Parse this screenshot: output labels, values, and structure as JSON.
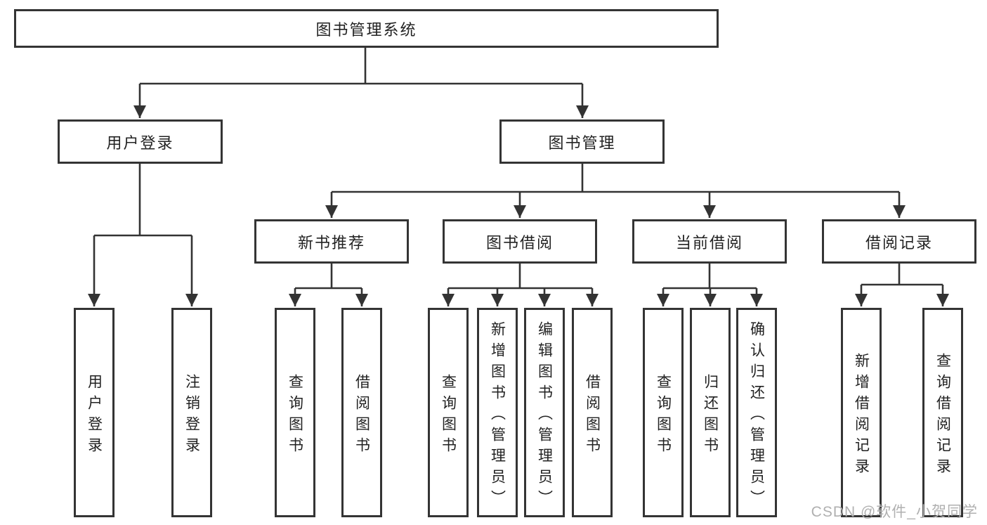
{
  "diagram": {
    "root": {
      "label": "图书管理系统"
    },
    "level2": {
      "user_login": {
        "label": "用户登录"
      },
      "book_management": {
        "label": "图书管理"
      }
    },
    "level3": {
      "new_book_recommend": {
        "label": "新书推荐"
      },
      "book_borrow": {
        "label": "图书借阅"
      },
      "current_borrow": {
        "label": "当前借阅"
      },
      "borrow_record": {
        "label": "借阅记录"
      }
    },
    "leaves": {
      "user_login": [
        {
          "label": "用户登录"
        },
        {
          "label": "注销登录"
        }
      ],
      "new_book_recommend": [
        {
          "label": "查询图书"
        },
        {
          "label": "借阅图书"
        }
      ],
      "book_borrow": [
        {
          "label": "查询图书"
        },
        {
          "label": "新增图书（管理员）"
        },
        {
          "label": "编辑图书（管理员）"
        },
        {
          "label": "借阅图书"
        }
      ],
      "current_borrow": [
        {
          "label": "查询图书"
        },
        {
          "label": "归还图书"
        },
        {
          "label": "确认归还（管理员）"
        }
      ],
      "borrow_record": [
        {
          "label": "新增借阅记录"
        },
        {
          "label": "查询借阅记录"
        }
      ]
    },
    "watermark": "CSDN @软件_小贺同学",
    "colors": {
      "line": "#333333",
      "box_border": "#343434",
      "text": "#222222",
      "watermark": "#b0b0b0",
      "background": "#ffffff"
    }
  }
}
